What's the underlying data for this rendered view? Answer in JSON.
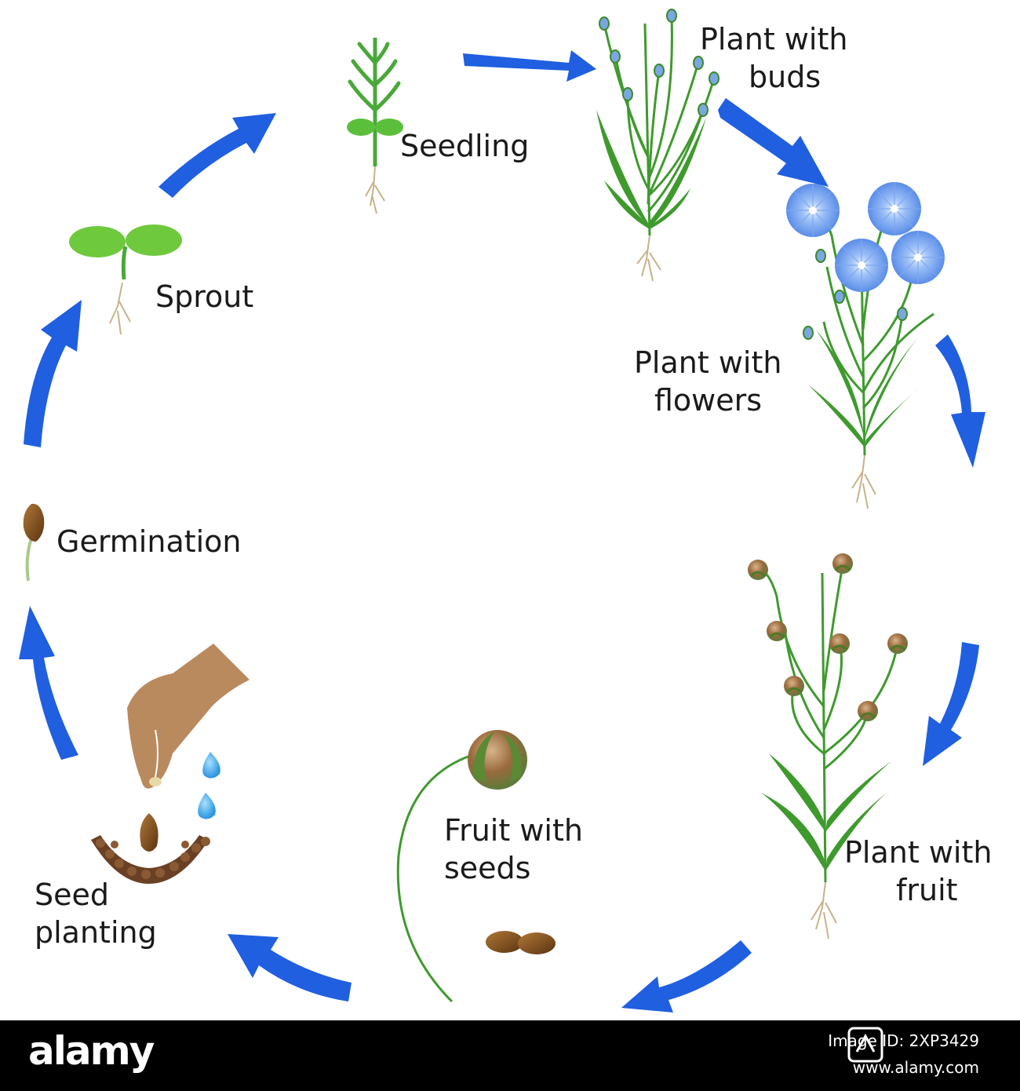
{
  "stages": {
    "seedling": "Seedling",
    "buds_1": "Plant with",
    "buds_2": "buds",
    "sprout": "Sprout",
    "flowers_1": "Plant with",
    "flowers_2": "flowers",
    "germination": "Germination",
    "fruit_1": "Plant with",
    "fruit_2": "fruit",
    "seeds_1": "Fruit with",
    "seeds_2": "seeds",
    "planting_1": "Seed",
    "planting_2": "planting"
  },
  "footer": {
    "logo": "alamy",
    "image_id": "Image ID: 2XP3429",
    "url": "www.alamy.com"
  },
  "colors": {
    "arrow": "#1f5fe0",
    "leaf": "#3aa832",
    "flower": "#6c9cf0",
    "seed": "#7a4a1e",
    "capsule": "#8a6a4a",
    "hand": "#b98a5e",
    "water": "#3fa8e8",
    "footer_bg": "#000000"
  },
  "icons": [
    "arrow-icon",
    "seedling-icon",
    "plant-buds-icon",
    "sprout-icon",
    "plant-flowers-icon",
    "germination-icon",
    "plant-fruit-icon",
    "fruit-seeds-icon",
    "seed-planting-icon"
  ]
}
